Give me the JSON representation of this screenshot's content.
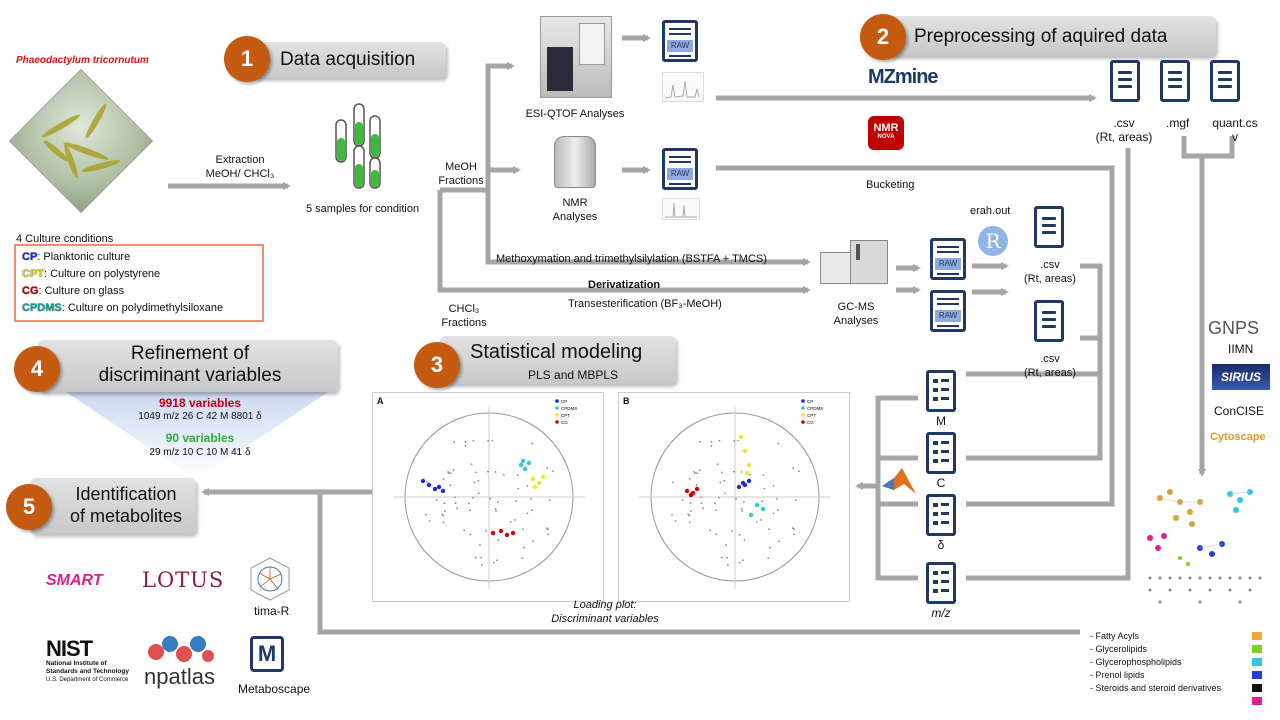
{
  "species": "Phaeodactylum tricornutum",
  "steps": {
    "s1": {
      "num": "1",
      "title": "Data acquisition"
    },
    "s2": {
      "num": "2",
      "title": "Preprocessing of aquired data"
    },
    "s3": {
      "num": "3",
      "title": "Statistical modeling",
      "subtitle": "PLS and MBPLS"
    },
    "s4": {
      "num": "4",
      "title_line1": "Refinement of",
      "title_line2": "discriminant variables"
    },
    "s5": {
      "num": "5",
      "title_line1": "Identification",
      "title_line2": "of metabolites"
    }
  },
  "extraction": {
    "line1": "Extraction",
    "line2": "MeOH/ CHCl₃"
  },
  "samples_label": "5 samples for condition",
  "culture": {
    "heading": "4 Culture conditions",
    "items": [
      {
        "code": "CP",
        "desc": ": Planktonic culture",
        "color": "#1f2bd6"
      },
      {
        "code": "CPT",
        "desc": ": Culture on polystyrene",
        "color": "#d8d82a"
      },
      {
        "code": "CG",
        "desc": ": Culture on glass",
        "color": "#c00000"
      },
      {
        "code": "CPDMS",
        "desc": ": Culture on polydimethylsiloxane",
        "color": "#1aa39a"
      }
    ]
  },
  "fractions": {
    "meoh": "MeOH\nFractions",
    "chcl3": "CHCl₃\nFractions"
  },
  "analyses": {
    "esi": "ESI-QTOF Analyses",
    "nmr_line1": "NMR",
    "nmr_line2": "Analyses",
    "gcms_line1": "GC-MS",
    "gcms_line2": "Analyses"
  },
  "derivatization": {
    "methox": "Methoxymation and trimethylsilylation (BSTFA + TMCS)",
    "title": "Derivatization",
    "trans": "Transesterification (BF₃-MeOH)"
  },
  "raw_label": "RAW",
  "tools": {
    "mzmine": "MZmine",
    "nmr_logo": "NMR",
    "nova": "NOVA",
    "bucketing": "Bucketing",
    "erah": "erah.out",
    "r_logo": "R"
  },
  "outputs": {
    "csv": ".csv",
    "rt": "(Rt, areas)",
    "mgf": ".mgf",
    "quant1": "quant.cs",
    "quant2": "v"
  },
  "blocks": [
    "M",
    "C",
    "δ",
    "m/z"
  ],
  "network_tools": {
    "gnps": "GNPS",
    "iimn": "IIMN",
    "sirius": "SIRIUS",
    "concise": "ConCISE",
    "cytoscape": "Cytoscape"
  },
  "refinement": {
    "v1": "9918 variables",
    "v1_detail": "1049 m/z 26 C 42 M 8801 δ",
    "v2": "90 variables",
    "v2_detail": "29 m/z 10 C 10 M 41 δ",
    "v1_color": "#c0001a",
    "v2_color": "#2eab3c"
  },
  "loading": {
    "line1": "Loading plot:",
    "line2": "Discriminant variables",
    "panelA": "A",
    "panelB": "B",
    "legend": [
      {
        "name": "CP",
        "color": "#1f2bd6"
      },
      {
        "name": "CPDMS",
        "color": "#2ec9d6"
      },
      {
        "name": "CPT",
        "color": "#e8e82a"
      },
      {
        "name": "CG",
        "color": "#d40000"
      }
    ]
  },
  "databases": {
    "smart": "SMART",
    "lotus": "LOTUS",
    "tima": "tima-R",
    "nist1": "NIST",
    "nist2": "National Institute of",
    "nist3": "Standards and Technology",
    "nist4": "U.S. Department of Commerce",
    "npatlas": "npatlas",
    "metaboscape": "Metaboscape"
  },
  "lipid_legend": [
    {
      "label": "- Fatty Acyls",
      "color": "#f0a830"
    },
    {
      "label": "- Glycerolipids",
      "color": "#7ed321"
    },
    {
      "label": "- Glycerophospholipids",
      "color": "#2ec9e0"
    },
    {
      "label": "- Prenol lipids",
      "color": "#1f3fd6"
    },
    {
      "label": "- Steroids and steroid derivatives",
      "color": "#111111"
    },
    {
      "label": "",
      "color": "#e0208a"
    }
  ]
}
